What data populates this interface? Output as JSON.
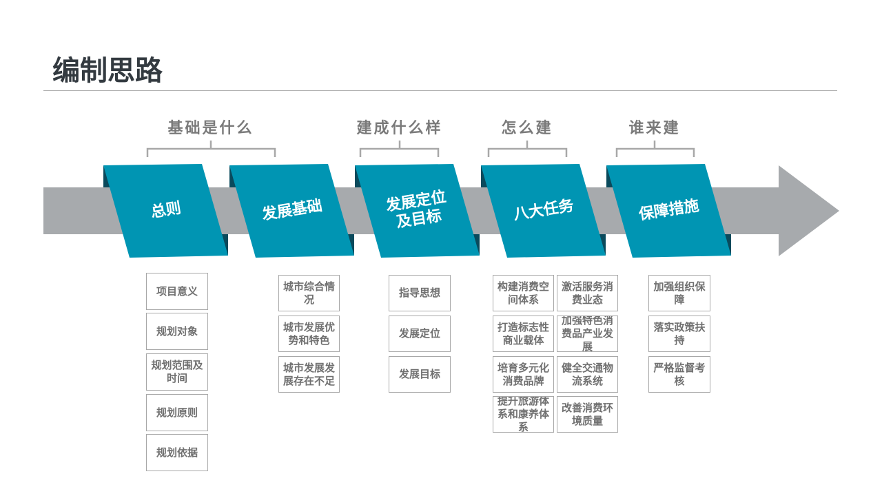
{
  "title": "编制思路",
  "phases": [
    "基础是什么",
    "建成什么样",
    "怎么建",
    "谁来建"
  ],
  "stages": [
    "总则",
    "发展基础",
    "发展定位及目标",
    "八大任务",
    "保障措施"
  ],
  "columns": [
    [
      "项目意义",
      "规划对象",
      "规划范围及时间",
      "规划原则",
      "规划依据"
    ],
    [
      "城市综合情况",
      "城市发展优势和特色",
      "城市发展发展存在不足"
    ],
    [
      "指导思想",
      "发展定位",
      "发展目标"
    ],
    [
      "构建消费空间体系",
      "打造标志性商业载体",
      "培育多元化消费品牌",
      "提升旅游体系和康养体系"
    ],
    [
      "激活服务消费业态",
      "加强特色消费品产业发展",
      "健全交通物流系统",
      "改善消费环境质量"
    ],
    [
      "加强组织保障",
      "落实政策扶持",
      "严格监督考核"
    ]
  ],
  "colors": {
    "stage": "#0095b3",
    "stage_dark": "#0a4a5c",
    "arrow": "#a7aaad",
    "bracket": "#a8a8a8"
  }
}
